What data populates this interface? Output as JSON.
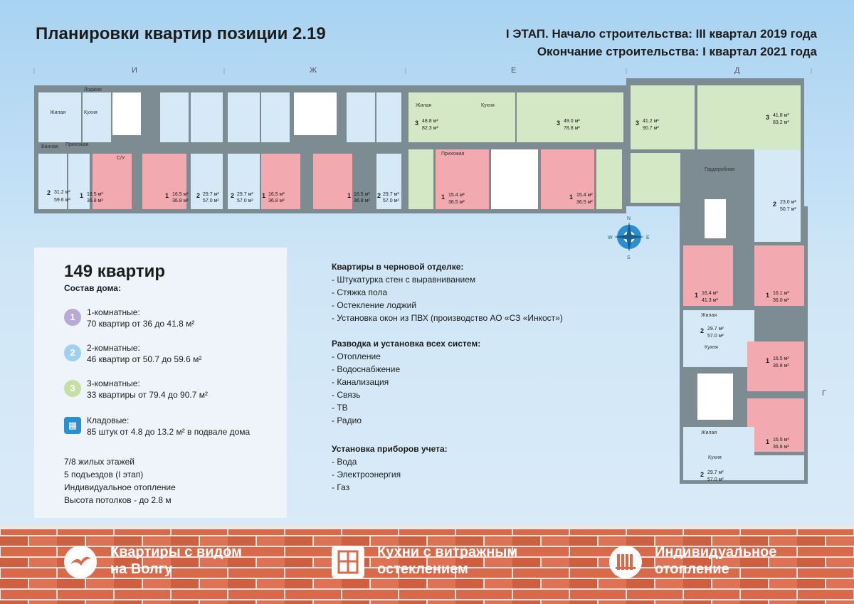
{
  "title": "Планировки квартир позиции 2.19",
  "stage_line1": "I ЭТАП. Начало строительства: III квартал 2019 года",
  "stage_line2": "Окончание строительства: I квартал 2021 года",
  "axes": {
    "a1": "И",
    "a2": "Ж",
    "a3": "Е",
    "a4": "Д",
    "a5": "Г"
  },
  "compass": {
    "n": "N",
    "s": "S",
    "w": "W",
    "e": "E"
  },
  "colors": {
    "one_room": "#f2a9b0",
    "two_room": "#d6e9f7",
    "three_room": "#d5e8c6",
    "walls": "#7d8b92",
    "badge1": "#b9a9d6",
    "badge2": "#9fd0ef",
    "badge3": "#c6dfa3",
    "badge_storage": "#2b8fcf"
  },
  "rooms": {
    "living": "Жилая",
    "kitchen": "Кухня",
    "hall": "Прихожая",
    "bath": "Ванная",
    "wc": "С/У",
    "balcony": "Лоджия",
    "wardrobe": "Гардеробная"
  },
  "apartments": [
    {
      "rooms": "2",
      "area_living": "31.2 м²",
      "area_total": "59.6 м²"
    },
    {
      "rooms": "1",
      "area_living": "16.5 м²",
      "area_total": "36.8 м²"
    },
    {
      "rooms": "1",
      "area_living": "16.5 м²",
      "area_total": "36.8 м²"
    },
    {
      "rooms": "2",
      "area_living": "29.7 м²",
      "area_total": "57.0 м²"
    },
    {
      "rooms": "2",
      "area_living": "29.7 м²",
      "area_total": "57.0 м²"
    },
    {
      "rooms": "1",
      "area_living": "16.5 м²",
      "area_total": "36.8 м²"
    },
    {
      "rooms": "1",
      "area_living": "16.5 м²",
      "area_total": "36.8 м²"
    },
    {
      "rooms": "2",
      "area_living": "29.7 м²",
      "area_total": "57.0 м²"
    },
    {
      "rooms": "3",
      "area_living": "48.8 м²",
      "area_total": "82.3 м²"
    },
    {
      "rooms": "1",
      "area_living": "15.4 м²",
      "area_total": "36.5 м²"
    },
    {
      "rooms": "3",
      "area_living": "49.0 м²",
      "area_total": "78.8 м²"
    },
    {
      "rooms": "1",
      "area_living": "15.4 м²",
      "area_total": "36.5 м²"
    },
    {
      "rooms": "3",
      "area_living": "41.2 м²",
      "area_total": "90.7 м²"
    },
    {
      "rooms": "3",
      "area_living": "41.8 м²",
      "area_total": "83.2 м²"
    },
    {
      "rooms": "2",
      "area_living": "23.0 м²",
      "area_total": "50.7 м²"
    },
    {
      "rooms": "1",
      "area_living": "16.4 м²",
      "area_total": "41.3 м²"
    },
    {
      "rooms": "1",
      "area_living": "16.1 м²",
      "area_total": "36.0 м²"
    },
    {
      "rooms": "2",
      "area_living": "29.7 м²",
      "area_total": "57.0 м²"
    },
    {
      "rooms": "1",
      "area_living": "16.5 м²",
      "area_total": "36.8 м²"
    },
    {
      "rooms": "1",
      "area_living": "16.5 м²",
      "area_total": "36.8 м²"
    },
    {
      "rooms": "2",
      "area_living": "29.7 м²",
      "area_total": "57.0 м²"
    }
  ],
  "summary": {
    "count": "149 квартир",
    "composition": "Состав дома:",
    "units": [
      {
        "badge": "1",
        "title": "1-комнатные:",
        "desc": "70 квартир от 36 до 41.8 м²"
      },
      {
        "badge": "2",
        "title": "2-комнатные:",
        "desc": "46 квартир от 50.7 до 59.6 м²"
      },
      {
        "badge": "3",
        "title": "3-комнатные:",
        "desc": "33 квартиры от 79.4 до 90.7 м²"
      },
      {
        "badge": "",
        "title": "Кладовые:",
        "desc": "85 штук от 4.8 до 13.2 м² в подвале дома"
      }
    ],
    "facts": [
      "7/8 жилых этажей",
      "5 подъездов (I этап)",
      "Индивидуальное отопление",
      "Высота потолков - до 2.8 м"
    ]
  },
  "finishing": {
    "heading": "Квартиры в черновой отделке:",
    "items": [
      "- Штукатурка стен с выравниванием",
      "- Стяжка пола",
      "- Остекление лоджий",
      "- Установка окон из ПВХ (производство АО «СЗ «Инкост»)"
    ]
  },
  "systems": {
    "heading": "Разводка и установка всех систем:",
    "items": [
      "- Отопление",
      "- Водоснабжение",
      "- Канализация",
      "- Связь",
      "- ТВ",
      "- Радио"
    ]
  },
  "meters": {
    "heading": "Установка приборов учета:",
    "items": [
      "- Вода",
      "- Электроэнергия",
      "- Газ"
    ]
  },
  "advantages": [
    {
      "line1": "Квартиры с видом",
      "line2": "на Волгу",
      "icon": "gull-icon"
    },
    {
      "line1": "Кухни с витражным",
      "line2": "остеклением",
      "icon": "window-icon"
    },
    {
      "line1": "Индивидуальное",
      "line2": "отопление",
      "icon": "radiator-icon"
    }
  ]
}
